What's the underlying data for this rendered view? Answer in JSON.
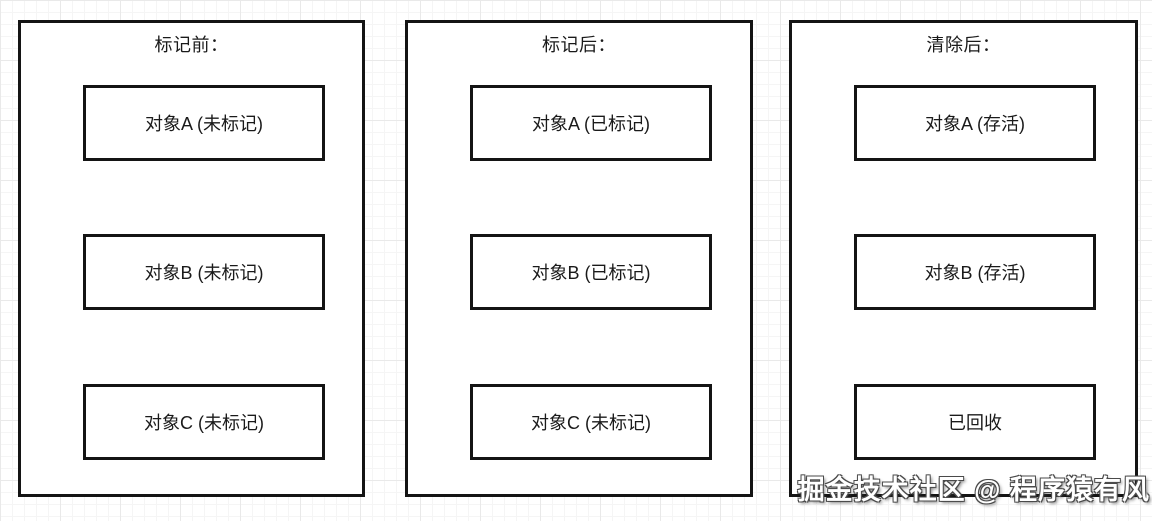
{
  "diagram": {
    "topic": "mark-sweep-gc-stages",
    "panels": [
      {
        "id": "before-mark",
        "title": "标记前：",
        "boxes": [
          "对象A (未标记)",
          "对象B (未标记)",
          "对象C (未标记)"
        ]
      },
      {
        "id": "after-mark",
        "title": "标记后：",
        "boxes": [
          "对象A (已标记)",
          "对象B (已标记)",
          "对象C (未标记)"
        ]
      },
      {
        "id": "after-sweep",
        "title": "清除后：",
        "boxes": [
          "对象A (存活)",
          "对象B (存活)",
          "已回收"
        ]
      }
    ]
  },
  "watermark": {
    "text": "掘金技术社区 @ 程序猿有风"
  },
  "colors": {
    "border": "#141414",
    "text": "#1a1a1a",
    "background": "#ffffff",
    "grid_major": "#e9e9e9",
    "grid_minor": "#f5f5f5",
    "watermark_fill": "#ffffff",
    "watermark_outline": "#4a4a4a"
  }
}
